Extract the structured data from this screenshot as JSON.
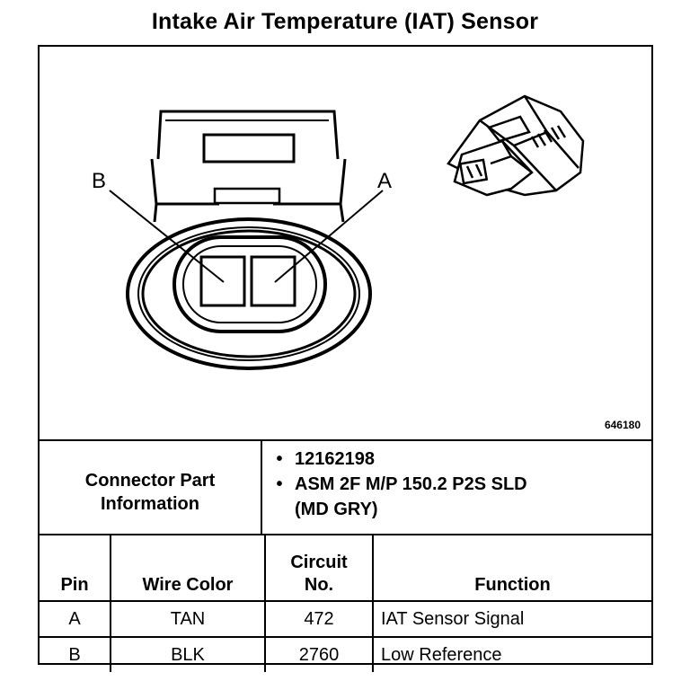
{
  "title": "Intake Air Temperature (IAT) Sensor",
  "diagram": {
    "pin_label_b": "B",
    "pin_label_a": "A",
    "figure_number": "646180"
  },
  "connector_info": {
    "label_line1": "Connector Part",
    "label_line2": "Information",
    "items": [
      "12162198",
      "ASM 2F M/P 150.2 P2S SLD"
    ],
    "item2_continuation": "(MD GRY)",
    "bullet": "•"
  },
  "table": {
    "headers": {
      "pin": "Pin",
      "wire_color": "Wire Color",
      "circuit_line1": "Circuit",
      "circuit_line2": "No.",
      "function": "Function"
    },
    "rows": [
      {
        "pin": "A",
        "wire_color": "TAN",
        "circuit": "472",
        "function": "IAT Sensor Signal"
      },
      {
        "pin": "B",
        "wire_color": "BLK",
        "circuit": "2760",
        "function": "Low Reference"
      }
    ]
  }
}
